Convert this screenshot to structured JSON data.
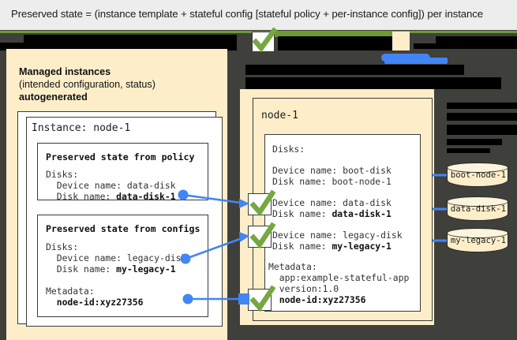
{
  "header": {
    "caption": "Preserved state = (instance template + stateful config [stateful policy + per-instance config]) per instance"
  },
  "colors": {
    "header_bg": "#ededed",
    "canvas_bg": "#3f3f3b",
    "cream": "#fdeec9",
    "accent_green": "#6e9b33",
    "accent_blue": "#4285f4",
    "check_green": "#76a742",
    "text": "#1d1d1d"
  },
  "left_panel": {
    "title": "Managed instances",
    "subtitle": "(intended configuration, status)",
    "subtitle2": "autogenerated",
    "instance_card": {
      "title": "Instance: node-1",
      "policy_box": {
        "heading": "Preserved state from policy",
        "lines": [
          "Disks:",
          "  Device name: data-disk",
          "  Disk name: "
        ],
        "disk_name_bold": "data-disk-1"
      },
      "configs_box": {
        "heading": "Preserved state from configs",
        "lines": [
          "Disks:",
          "  Device name: legacy-disk",
          "  Disk name: "
        ],
        "disk_name_bold": "my-legacy-1",
        "metadata_label": "Metadata:",
        "metadata_value": "node-id:xyz27356"
      }
    }
  },
  "right_panel": {
    "title": "node-1",
    "disks_label": "Disks:",
    "entries": [
      {
        "device_line": "Device name: boot-disk",
        "disk_label": "Disk name: ",
        "disk_name": "boot-node-1",
        "bold": false,
        "checked": false
      },
      {
        "device_line": "Device name: data-disk",
        "disk_label": "Disk name: ",
        "disk_name": "data-disk-1",
        "bold": true,
        "checked": true
      },
      {
        "device_line": "Device name: legacy-disk",
        "disk_label": "Disk name: ",
        "disk_name": "my-legacy-1",
        "bold": true,
        "checked": true
      }
    ],
    "metadata_label": "Metadata:",
    "metadata_lines": [
      "app:example-stateful-app",
      "version:1.0"
    ],
    "metadata_bold": "node-id:xyz27356"
  },
  "disks": [
    {
      "label": "boot-node-1"
    },
    {
      "label": "data-disk-1"
    },
    {
      "label": "my-legacy-1"
    }
  ]
}
